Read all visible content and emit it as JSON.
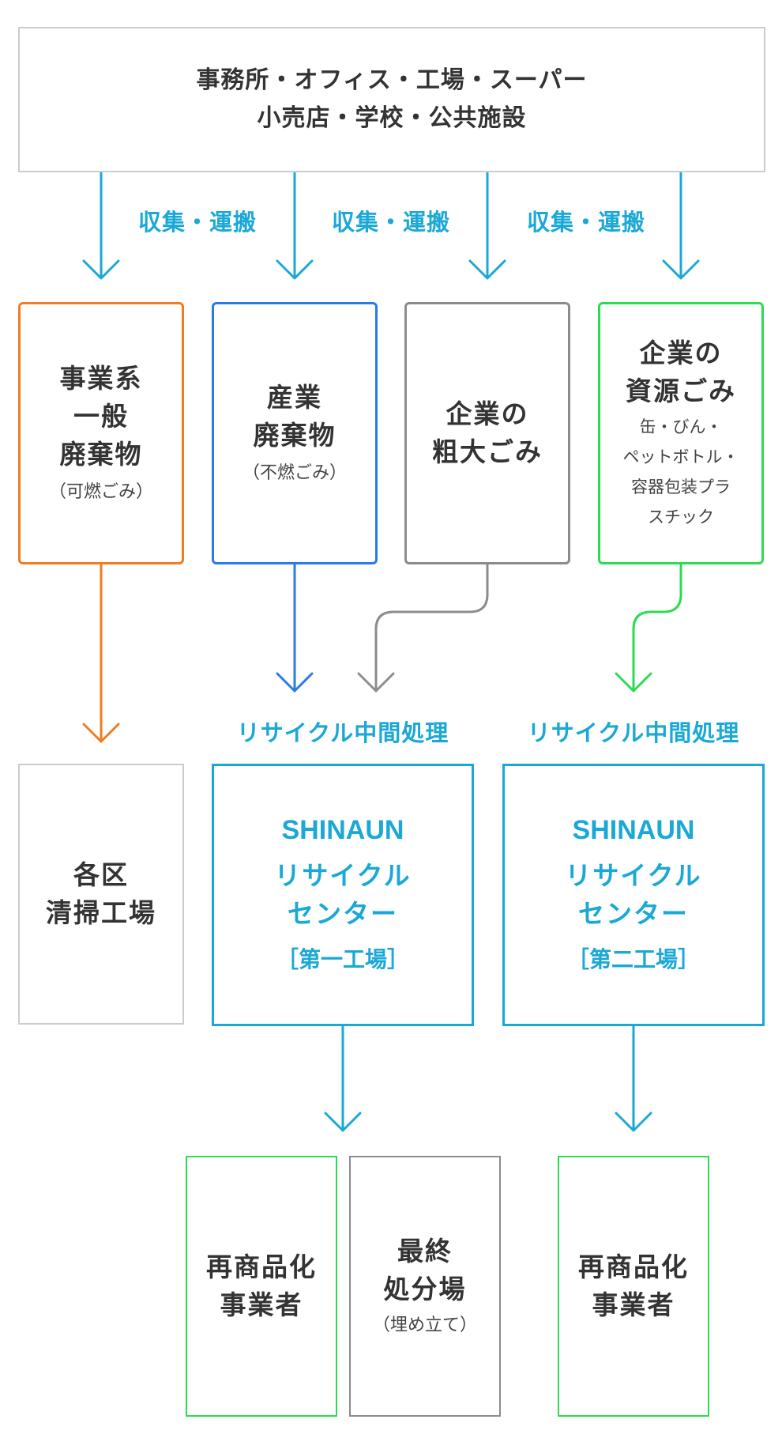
{
  "source": {
    "lines": [
      "事務所・オフィス・工場・スーパー",
      "小売店・学校・公共施設"
    ]
  },
  "transport_labels": [
    "収集・運搬",
    "収集・運搬",
    "収集・運搬"
  ],
  "categories": [
    {
      "lines": [
        "事業系",
        "一般",
        "廃棄物"
      ],
      "note": "（可燃ごみ）",
      "color": "#f07d1f"
    },
    {
      "lines": [
        "産業",
        "廃棄物"
      ],
      "note": "（不燃ごみ）",
      "color": "#2a7be4"
    },
    {
      "lines": [
        "企業の",
        "粗大ごみ"
      ],
      "color": "#8c8c8c"
    },
    {
      "lines": [
        "企業の",
        "資源ごみ"
      ],
      "details": [
        "缶・びん・",
        "ペットボトル・",
        "容器包装プラ",
        "スチック"
      ],
      "color": "#2ddb52"
    }
  ],
  "process_labels": [
    "リサイクル中間処理",
    "リサイクル中間処理"
  ],
  "facilities": {
    "ward_plant": {
      "lines": [
        "各区",
        "清掃工場"
      ]
    },
    "center1": {
      "brand": "SHINAUN",
      "lines": [
        "リサイクル",
        "センター"
      ],
      "sub": "［第一工場］"
    },
    "center2": {
      "brand": "SHINAUN",
      "lines": [
        "リサイクル",
        "センター"
      ],
      "sub": "［第二工場］"
    }
  },
  "outputs": [
    {
      "lines": [
        "再商品化",
        "事業者"
      ]
    },
    {
      "lines": [
        "最終",
        "処分場"
      ],
      "note": "（埋め立て）"
    },
    {
      "lines": [
        "再商品化",
        "事業者"
      ]
    }
  ],
  "colors": {
    "cyan": "#1aa8d6",
    "orange": "#f07d1f",
    "blue": "#2a7be4",
    "gray": "#8c8c8c",
    "green": "#2ddb52",
    "neutral_border": "#cccccc"
  }
}
